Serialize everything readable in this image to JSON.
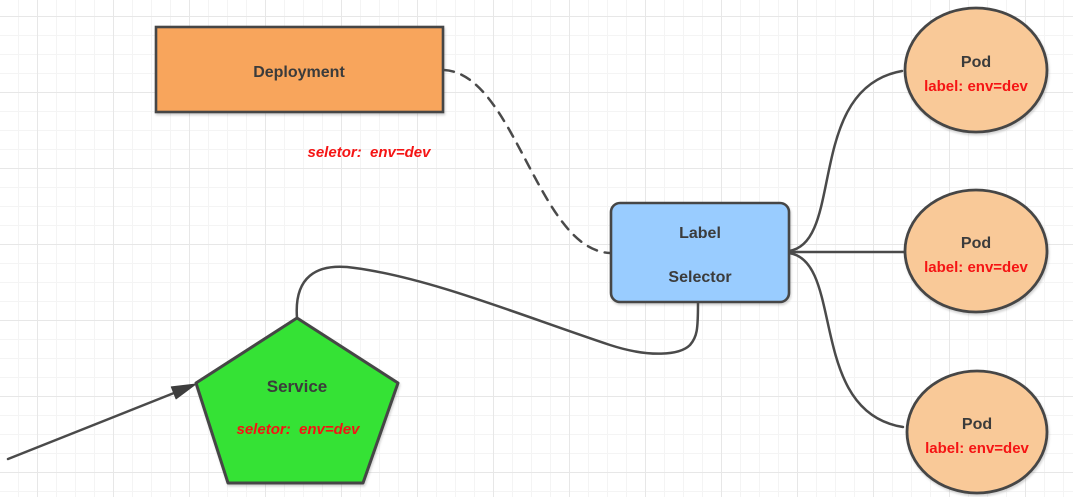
{
  "canvas": {
    "background": "#ffffff",
    "grid_minor_color": "#f4f4f4",
    "grid_major_color": "#e7e7e7"
  },
  "nodes": {
    "deployment": {
      "label": "Deployment",
      "annotation": "seletor:  env=dev",
      "fill": "#f8a55c",
      "stroke": "#464646"
    },
    "label_selector": {
      "line1": "Label",
      "line2": "Selector",
      "fill": "#99ccff",
      "stroke": "#464646"
    },
    "service": {
      "label": "Service",
      "annotation": "seletor:  env=dev",
      "fill": "#35e235",
      "stroke": "#464646"
    },
    "pods": [
      {
        "label": "Pod",
        "sublabel": "label: env=dev"
      },
      {
        "label": "Pod",
        "sublabel": "label: env=dev"
      },
      {
        "label": "Pod",
        "sublabel": "label: env=dev"
      }
    ],
    "pod_fill": "#f9c998",
    "pod_stroke": "#464646"
  },
  "edges": {
    "color": "#4a4a4a",
    "annotation_color": "#f51414"
  }
}
